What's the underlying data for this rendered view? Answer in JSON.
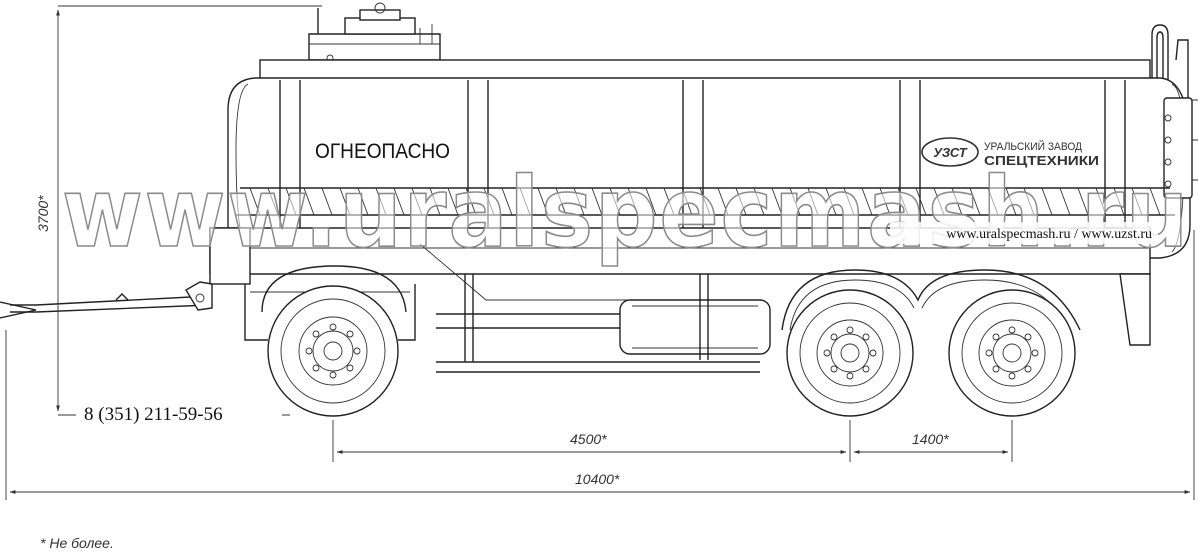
{
  "tank": {
    "warning_label": "ОГНЕОПАСНО",
    "logo_mark": "УЗСТ",
    "logo_line1": "УРАЛЬСКИЙ ЗАВОД",
    "logo_line2": "СПЕЦТЕХНИКИ",
    "websites": "www.uralspecmash.ru / www.uzst.ru"
  },
  "watermark": {
    "text": "www.uralspecmash.ru"
  },
  "phone": "8 (351) 211-59-56",
  "dimensions": {
    "height": "3700*",
    "wheelbase": "4500*",
    "axle_spacing": "1400*",
    "overall_length": "10400*"
  },
  "footnote": "* Не более."
}
